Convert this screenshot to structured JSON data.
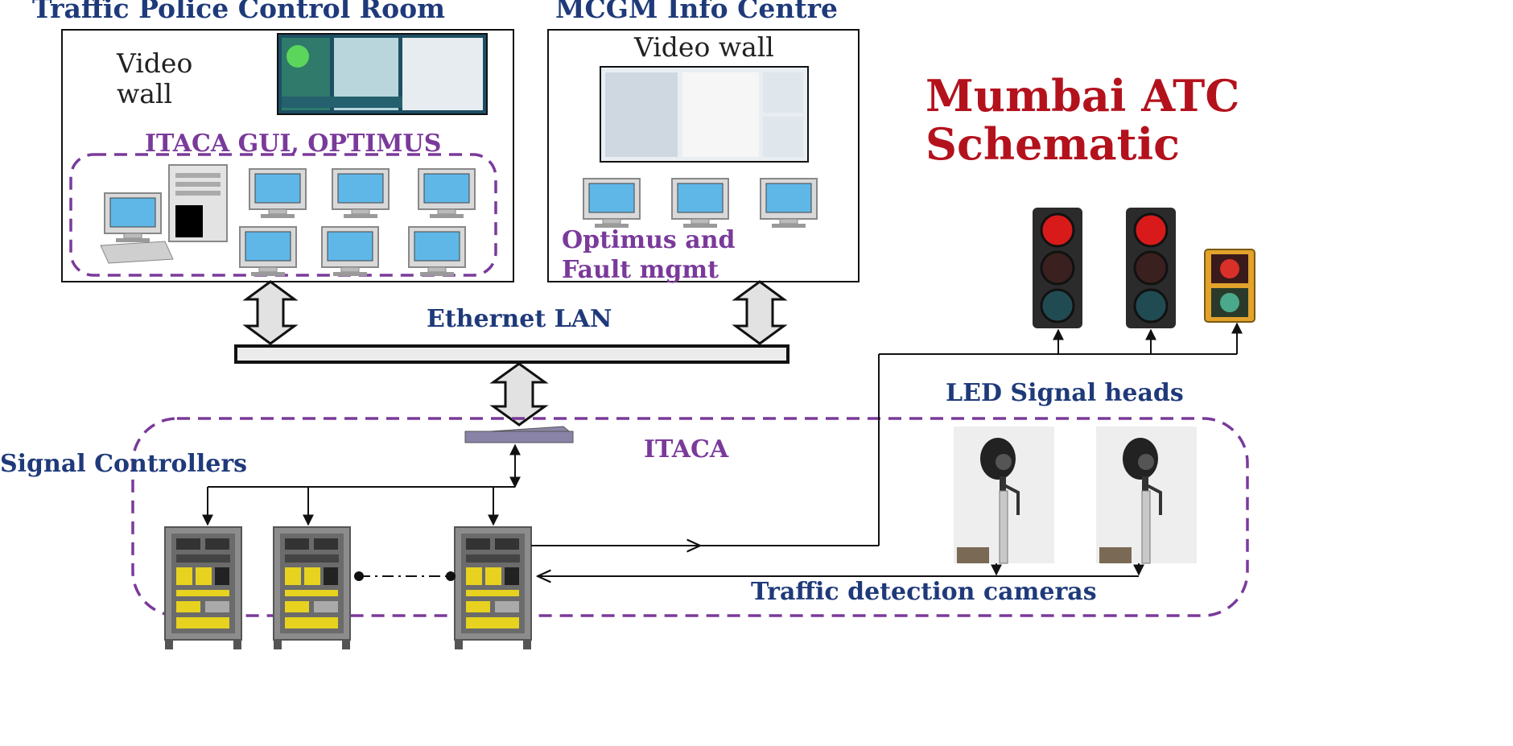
{
  "title": {
    "line1": "Mumbai ATC",
    "line2": "Schematic"
  },
  "traffic_police": {
    "heading": "Traffic Police Control Room",
    "video_wall_line1": "Video",
    "video_wall_line2": "wall",
    "gui_label": "ITACA GUI, OPTIMUS"
  },
  "mcgm": {
    "heading": "MCGM Info Centre",
    "video_wall": "Video wall",
    "label_line1": "Optimus and",
    "label_line2": "Fault mgmt"
  },
  "lan": {
    "label": "Ethernet LAN"
  },
  "itaca": {
    "label": "ITACA"
  },
  "controllers": {
    "label": "Signal Controllers"
  },
  "signals": {
    "label": "LED Signal heads"
  },
  "cameras": {
    "label": "Traffic detection cameras"
  },
  "colors": {
    "heading_blue": "#1f3a7a",
    "purple": "#7a3a9a",
    "title_red": "#b3121d"
  }
}
